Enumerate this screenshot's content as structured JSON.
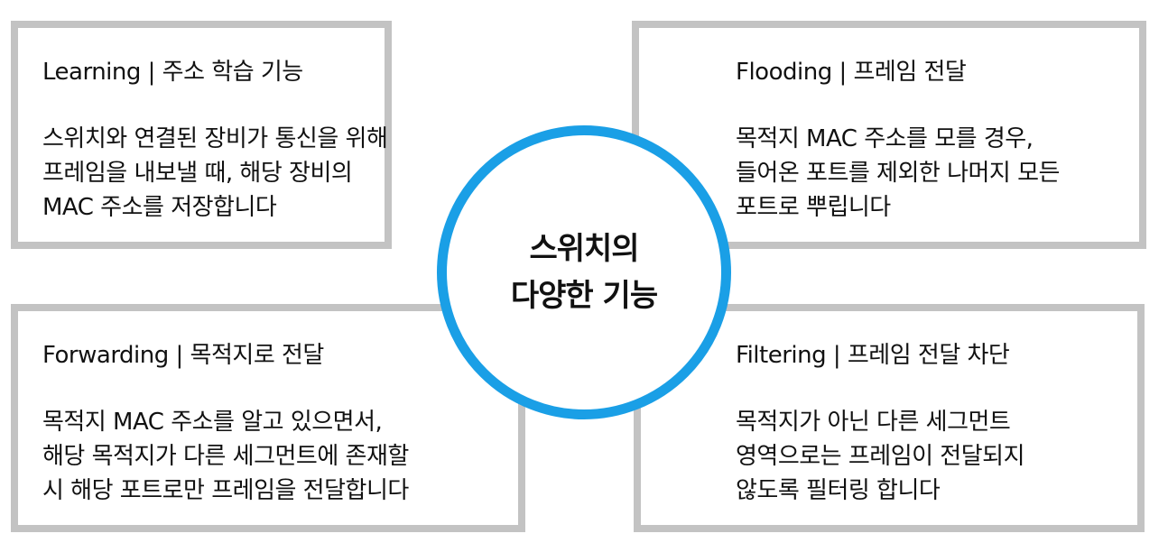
{
  "center": {
    "line1": "스위치의",
    "line2": "다양한 기능",
    "ring_color": "#1a9fe6"
  },
  "cards": [
    {
      "title": "Learning | 주소 학습 기능",
      "lines": [
        "스위치와 연결된 장비가 통신을 위해",
        "프레임을 내보낼 때, 해당 장비의",
        "MAC 주소를 저장합니다"
      ]
    },
    {
      "title": "Flooding | 프레임 전달",
      "lines": [
        "목적지 MAC 주소를 모를 경우,",
        "들어온 포트를 제외한 나머지 모든",
        "포트로 뿌립니다"
      ]
    },
    {
      "title": "Forwarding | 목적지로 전달",
      "lines": [
        "목적지 MAC 주소를 알고 있으면서,",
        "해당 목적지가 다른 세그먼트에 존재할",
        "시 해당 포트로만 프레임을 전달합니다"
      ]
    },
    {
      "title": "Filtering | 프레임 전달 차단",
      "lines": [
        "목적지가 아닌 다른 세그먼트",
        "영역으로는 프레임이 전달되지",
        "않도록 필터링 합니다"
      ]
    }
  ]
}
